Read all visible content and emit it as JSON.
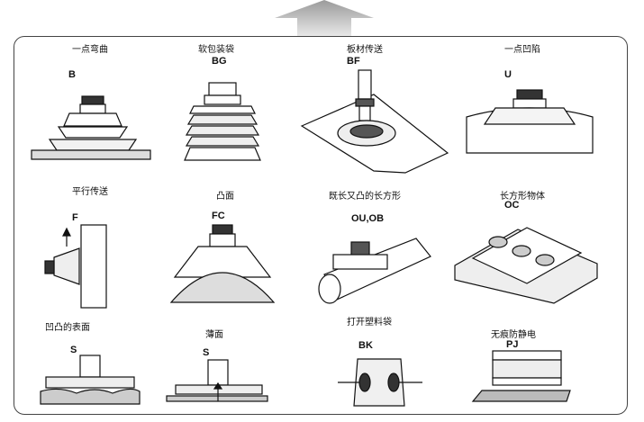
{
  "items": [
    {
      "name": "一点弯曲",
      "code": "B"
    },
    {
      "name": "软包装袋",
      "code": "BG"
    },
    {
      "name": "板材传送",
      "code": "BF"
    },
    {
      "name": "一点凹陷",
      "code": "U"
    },
    {
      "name": "平行传送",
      "code": "F"
    },
    {
      "name": "凸面",
      "code": "FC"
    },
    {
      "name": "既长又凸的长方形",
      "code": "OU,OB"
    },
    {
      "name": "长方形物体",
      "code": "OC"
    },
    {
      "name": "凹凸的表面",
      "code": "S"
    },
    {
      "name": "薄面",
      "code": "S"
    },
    {
      "name": "打开塑料袋",
      "code": "BK"
    },
    {
      "name": "无痕防静电",
      "code": "PJ"
    }
  ]
}
